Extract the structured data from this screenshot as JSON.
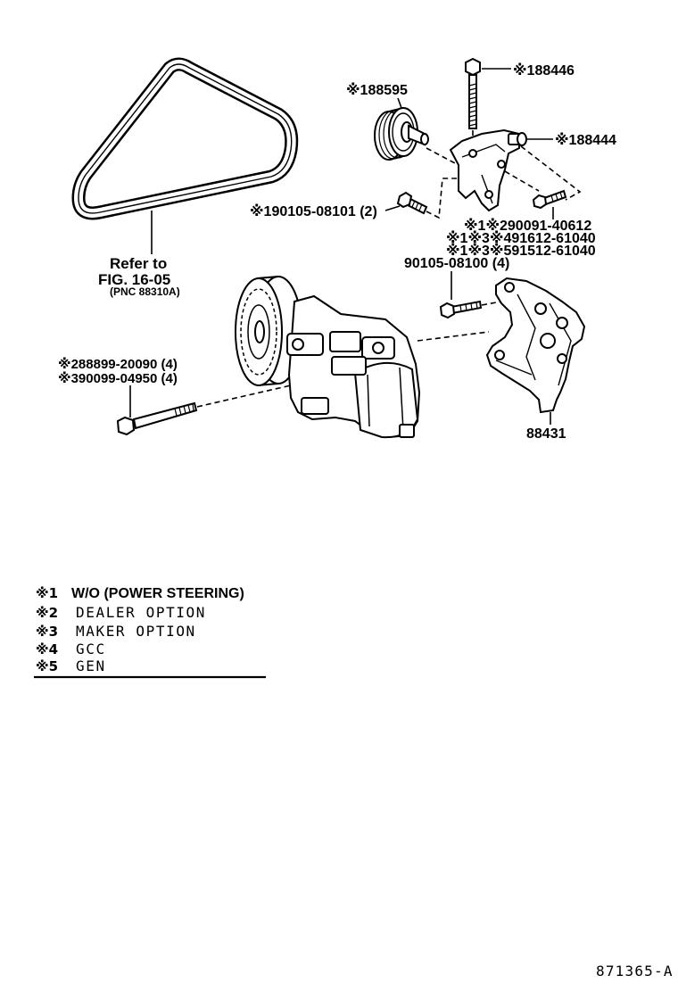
{
  "parts": {
    "belt": {
      "ref_line1": "Refer to",
      "ref_line2": "FIG. 16-05",
      "ref_line3": "(PNC 88310A)"
    },
    "pulley": {
      "label": "※188595"
    },
    "pulley_bolt": {
      "label": "※188446"
    },
    "bracket_bolt": {
      "label": "※188444"
    },
    "side_bolt": {
      "label": "※190105-08101 (2)"
    },
    "lower_bracket_bolt": {
      "label": "※1※290091-40612"
    },
    "part_a": {
      "label": "※1※3※491612-61040"
    },
    "part_b": {
      "label": "※1※3※591512-61040"
    },
    "compressor_bracket_bolt": {
      "label": "90105-08100 (4)"
    },
    "compressor_bolt": {
      "label1": "※288899-20090 (4)",
      "label2": "※390099-04950 (4)"
    },
    "compressor_bracket": {
      "label": "88431"
    }
  },
  "legend": [
    {
      "mark": "※1",
      "text": "W/O (POWER STEERING)"
    },
    {
      "mark": "※2",
      "text": "DEALER OPTION"
    },
    {
      "mark": "※3",
      "text": "MAKER OPTION"
    },
    {
      "mark": "※4",
      "text": "GCC"
    },
    {
      "mark": "※5",
      "text": "GEN"
    }
  ],
  "figure_number": "871365-A"
}
